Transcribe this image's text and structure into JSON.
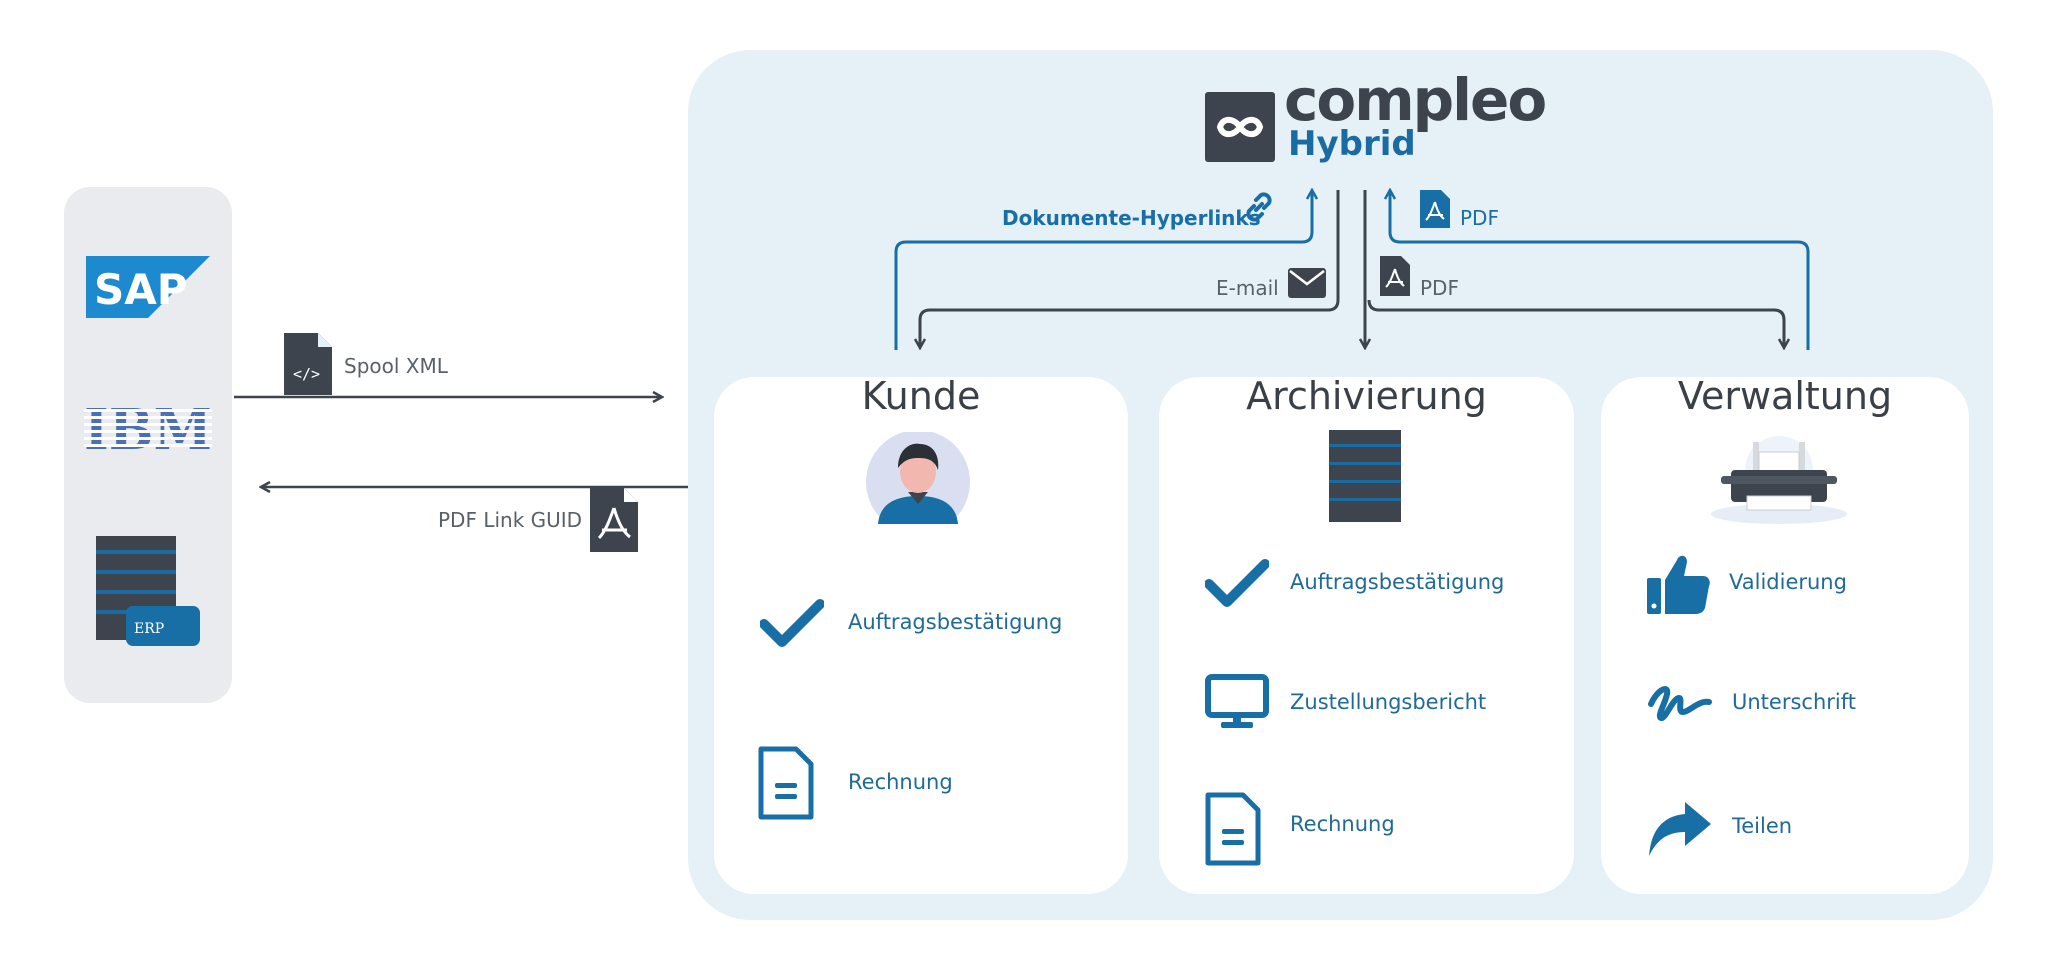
{
  "product": {
    "name": "compleo",
    "edition": "Hybrid"
  },
  "sources": {
    "logos": [
      "SAP",
      "IBM",
      "ERP"
    ]
  },
  "flows": {
    "inbound_label": "Spool XML",
    "outbound_label": "PDF Link GUID",
    "hyperlinks_label": "Dokumente-Hyperlinks",
    "email_label": "E-mail",
    "pdf_up_label": "PDF",
    "pdf_down_label": "PDF"
  },
  "cards": [
    {
      "title": "Kunde",
      "items": [
        {
          "icon": "check-icon",
          "label": "Auftragsbestätigung"
        },
        {
          "icon": "document-icon",
          "label": "Rechnung"
        }
      ]
    },
    {
      "title": "Archivierung",
      "items": [
        {
          "icon": "check-icon",
          "label": "Auftragsbestätigung"
        },
        {
          "icon": "monitor-icon",
          "label": "Zustellungsbericht"
        },
        {
          "icon": "document-icon",
          "label": "Rechnung"
        }
      ]
    },
    {
      "title": "Verwaltung",
      "items": [
        {
          "icon": "thumbs-up-icon",
          "label": "Validierung"
        },
        {
          "icon": "signature-icon",
          "label": "Unterschrift"
        },
        {
          "icon": "share-icon",
          "label": "Teilen"
        }
      ]
    }
  ],
  "colors": {
    "accent_blue": "#176fa6",
    "dark_slate": "#3d444e",
    "panel_blue": "#e6f0f7",
    "panel_gray": "#e9ebef"
  }
}
